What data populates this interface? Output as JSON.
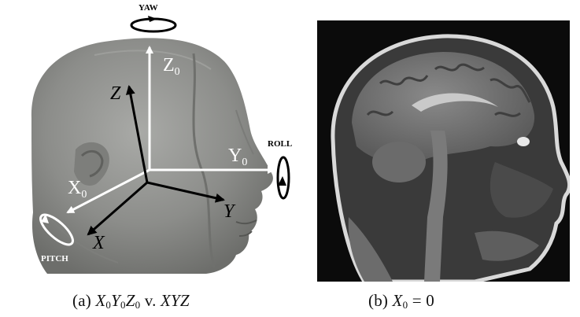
{
  "panel_a": {
    "rotation_labels": {
      "yaw": "YAW",
      "roll": "ROLL",
      "pitch": "PITCH"
    },
    "world_axes": {
      "z": "Z",
      "y": "Y",
      "x": "X",
      "subscript": "0"
    },
    "head_axes": {
      "z": "Z",
      "y": "Y",
      "x": "X"
    },
    "caption": {
      "prefix": "(a)",
      "world": [
        "X",
        "Y",
        "Z"
      ],
      "subscript": "0",
      "vs": "v.",
      "head": "XYZ"
    }
  },
  "panel_b": {
    "caption": {
      "prefix": "(b)",
      "var": "X",
      "subscript": "0",
      "equals": "= 0"
    }
  }
}
